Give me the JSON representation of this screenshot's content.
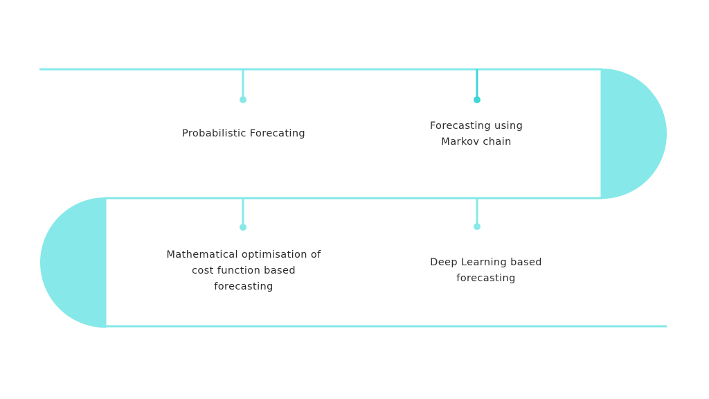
{
  "colors": {
    "path": "#86e8e8",
    "connector": "#86e8e8",
    "connector_highlight": "#3dd6d6",
    "text": "#2b2b2b",
    "background": "#ffffff"
  },
  "steps": [
    {
      "id": "probabilistic",
      "lines": [
        "Probabilistic Forecating"
      ],
      "highlighted": false
    },
    {
      "id": "markov",
      "lines": [
        "Forecasting using",
        "Markov chain"
      ],
      "highlighted": true
    },
    {
      "id": "math-opt",
      "lines": [
        "Mathematical optimisation of",
        "cost function based",
        "forecasting"
      ],
      "highlighted": false
    },
    {
      "id": "deep-learning",
      "lines": [
        "Deep Learning based",
        "forecasting"
      ],
      "highlighted": false
    }
  ]
}
